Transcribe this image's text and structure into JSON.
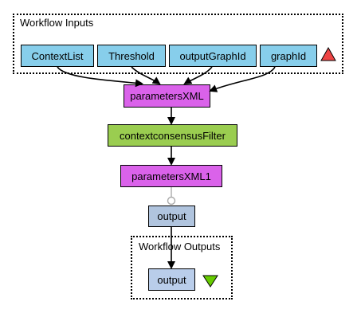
{
  "groups": {
    "inputs_label": "Workflow Inputs",
    "outputs_label": "Workflow Outputs"
  },
  "inputs": [
    "ContextList",
    "Threshold",
    "outputGraphId",
    "graphId"
  ],
  "processors": {
    "parameters_xml": "parametersXML",
    "filter": "contextconsensusFilter",
    "parameters_xml1": "parametersXML1",
    "output": "output"
  },
  "outputs": [
    "output"
  ],
  "icons": {
    "inputs_marker": "red-up-triangle-icon",
    "outputs_marker": "green-down-triangle-icon"
  },
  "colors": {
    "input_port": "#87ceeb",
    "bean_processor": "#da62ea",
    "filter_processor": "#9acd50",
    "output_node": "#b0c4de",
    "inputs_marker": "#ee4444",
    "outputs_marker": "#66cc00"
  }
}
